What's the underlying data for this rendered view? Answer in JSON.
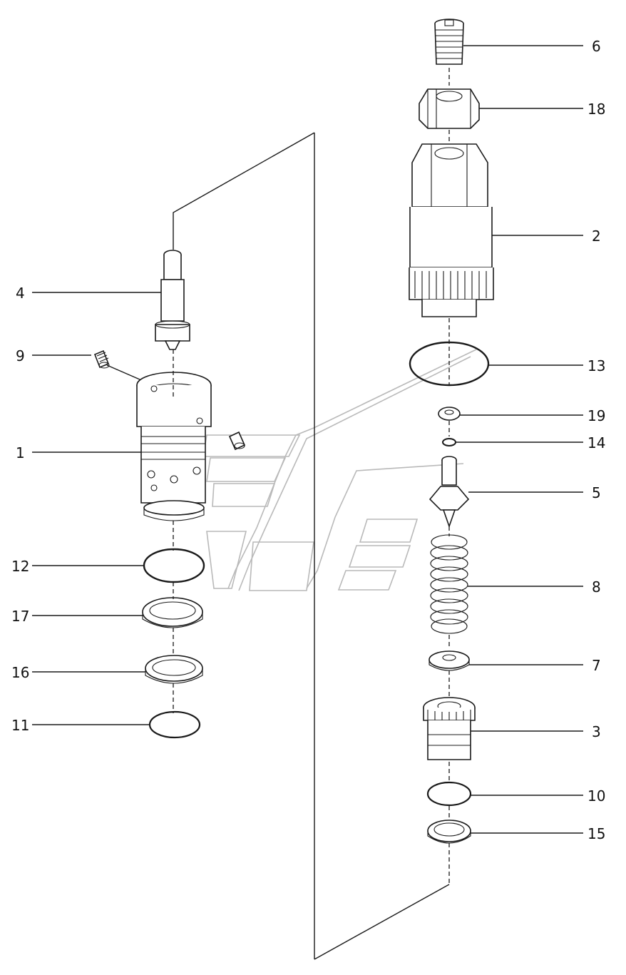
{
  "diagram": {
    "labels": {
      "p1": "1",
      "p2": "2",
      "p3": "3",
      "p4": "4",
      "p5": "5",
      "p6": "6",
      "p7": "7",
      "p8": "8",
      "p9": "9",
      "p10": "10",
      "p11": "11",
      "p12": "12",
      "p13": "13",
      "p14": "14",
      "p15": "15",
      "p16": "16",
      "p17": "17",
      "p18": "18",
      "p19": "19"
    },
    "colors": {
      "ink": "#1a1a1a",
      "watermark": "#b9b9b9",
      "background": "#ffffff"
    }
  }
}
